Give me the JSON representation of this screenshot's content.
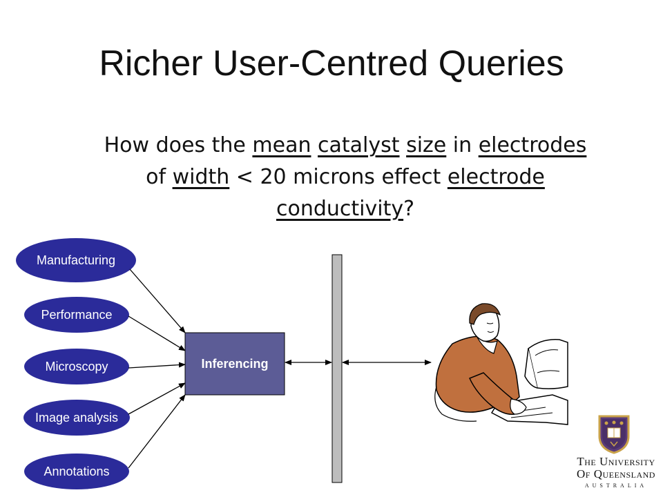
{
  "slide": {
    "title": "Richer User-Centred Queries",
    "question": {
      "parts": [
        {
          "text": "How does the ",
          "u": false
        },
        {
          "text": "mean",
          "u": true
        },
        {
          "text": " ",
          "u": false
        },
        {
          "text": "catalyst",
          "u": true
        },
        {
          "text": " ",
          "u": false
        },
        {
          "text": "size",
          "u": true
        },
        {
          "text": " in ",
          "u": false
        },
        {
          "text": "electrodes",
          "u": true
        },
        {
          "text": " of ",
          "u": false
        },
        {
          "text": "width",
          "u": true
        },
        {
          "text": " < 20 microns effect ",
          "u": false
        },
        {
          "text": "electrode",
          "u": true
        },
        {
          "text": " ",
          "u": false
        },
        {
          "text": "conductivity",
          "u": true
        },
        {
          "text": "?",
          "u": false
        }
      ]
    }
  },
  "diagram": {
    "sources": [
      "Manufacturing",
      "Performance",
      "Microscopy",
      "Image analysis",
      "Annotations"
    ],
    "inferencing_label": "Inferencing",
    "colors": {
      "node_fill": "#2b2b9a",
      "inferencing_fill": "#5c5c96",
      "barrier_fill": "#bdbdbd"
    },
    "user_icon": "person-at-computer-icon"
  },
  "logo": {
    "line1": "The University",
    "line2": "Of Queensland",
    "line3": "AUSTRALIA"
  }
}
